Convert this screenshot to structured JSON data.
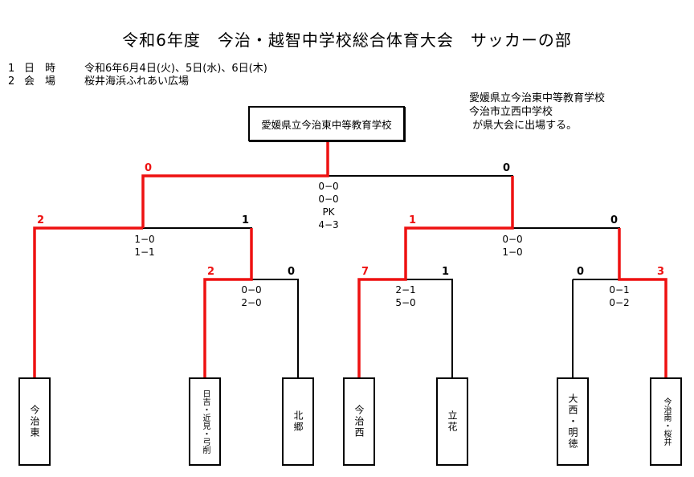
{
  "title": "令和6年度　今治・越智中学校総合体育大会　サッカーの部",
  "info": {
    "line1_num": "1",
    "line1_label": "日　時",
    "line1_value": "令和6年6月4日(火)、5日(水)、6日(木)",
    "line2_num": "2",
    "line2_label": "会　場",
    "line2_value": "桜井海浜ふれあい広場"
  },
  "note": "愛媛県立今治東中等教育学校\n今治市立西中学校\n が県大会に出場する。",
  "champion": "愛媛県立今治東中等教育学校",
  "teams": [
    "今治東",
    "日吉・近見・弓削",
    "北郷",
    "今治西",
    "立花",
    "大西・明徳",
    "今治南・桜井"
  ],
  "matches": {
    "final": {
      "left_score": "0",
      "right_score": "0",
      "detail": "0−0\n0−0\nPK\n4−3"
    },
    "sf1": {
      "left_score": "2",
      "right_score": "1",
      "detail": "1−0\n1−1"
    },
    "sf2": {
      "left_score": "1",
      "right_score": "0",
      "detail": "0−0\n1−0"
    },
    "qf1": {
      "left_score": "2",
      "right_score": "0",
      "detail": "0−0\n2−0"
    },
    "qf2": {
      "left_score": "7",
      "right_score": "1",
      "detail": "2−1\n5−0"
    },
    "qf3": {
      "left_score": "0",
      "right_score": "3",
      "detail": "0−1\n0−2"
    }
  },
  "colors": {
    "winner_line": "#ee1111",
    "line": "#000000"
  }
}
